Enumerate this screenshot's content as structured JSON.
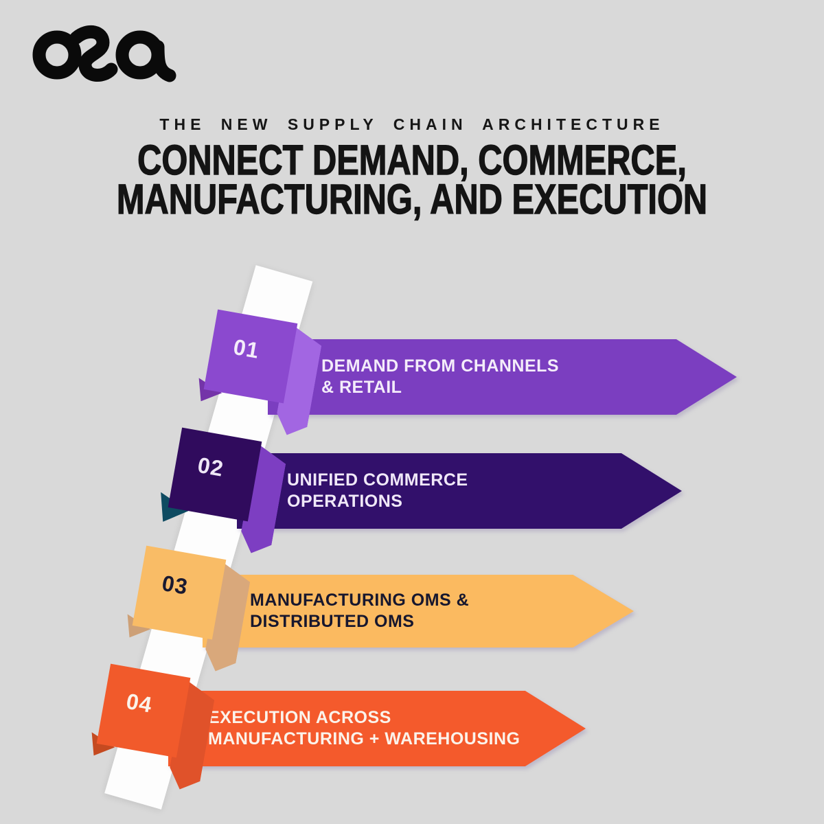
{
  "logo": {
    "text": "osa"
  },
  "header": {
    "eyebrow": "THE NEW SUPPLY CHAIN ARCHITECTURE",
    "title_line1": "CONNECT DEMAND, COMMERCE,",
    "title_line2": "MANUFACTURING, AND EXECUTION"
  },
  "colors": {
    "background": "#D9D9D9",
    "ribbon": "#FDFDFD",
    "heading_text": "#141414"
  },
  "steps": [
    {
      "number": "01",
      "label_line1": "DEMAND FROM CHANNELS",
      "label_line2": "& RETAIL",
      "colors": {
        "banner": "#7B3EC0",
        "front": "#8B49CF",
        "side": "#A266E2",
        "fold": "#7434A8",
        "num": "#F4ECFA",
        "text": "#F4ECFA"
      }
    },
    {
      "number": "02",
      "label_line1": "UNIFIED COMMERCE",
      "label_line2": "OPERATIONS",
      "colors": {
        "banner": "#32106B",
        "front": "#300B5D",
        "side": "#7D3EC2",
        "fold": "#0E4B61",
        "num": "#EFE7F7",
        "text": "#F0E8F8"
      }
    },
    {
      "number": "03",
      "label_line1": "MANUFACTURING OMS &",
      "label_line2": "DISTRIBUTED OMS",
      "colors": {
        "banner": "#FBBA60",
        "front": "#F9BC66",
        "side": "#D9A87B",
        "fold": "#CDA077",
        "num": "#191930",
        "text": "#17172E"
      }
    },
    {
      "number": "04",
      "label_line1": "EXECUTION ACROSS",
      "label_line2": "MANUFACTURING + WAREHOUSING",
      "colors": {
        "banner": "#F45A2C",
        "front": "#F15A2B",
        "side": "#E0522A",
        "fold": "#C54A20",
        "num": "#FBF3EB",
        "text": "#FBF3EB"
      }
    }
  ]
}
